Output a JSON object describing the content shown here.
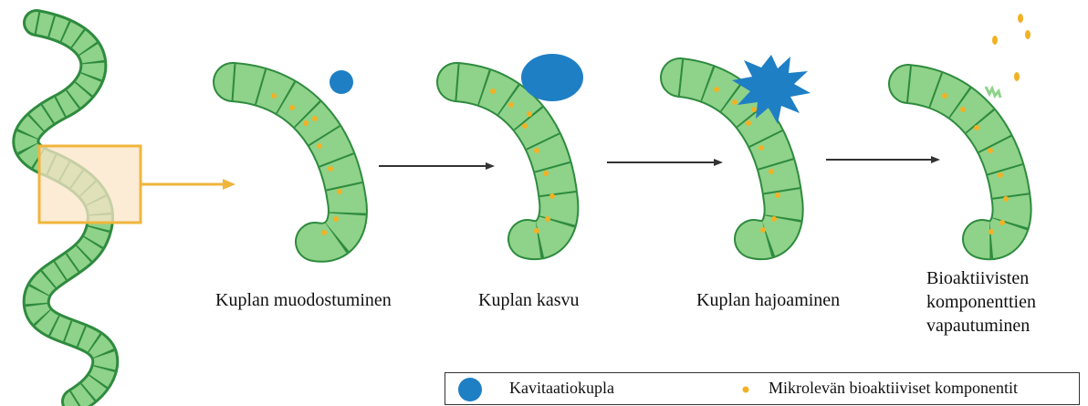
{
  "steps": [
    {
      "label": "Kuplan muodostuminen"
    },
    {
      "label": "Kuplan kasvu"
    },
    {
      "label": "Kuplan hajoaminen"
    },
    {
      "label_lines": [
        "Bioaktiivisten",
        "komponenttien",
        "vapautuminen"
      ]
    }
  ],
  "legend": {
    "bubble_label": "Kavitaatiokupla",
    "particle_label": "Mikrolevän bioaktiiviset komponentit"
  },
  "colors": {
    "filament_fill": "#8fd28a",
    "filament_stroke": "#2e8b3e",
    "bubble": "#1f7fc4",
    "particle": "#f2b125",
    "zoom_box_fill": "#fbe5c8",
    "zoom_box_stroke": "#f0b53c",
    "arrow": "#333333"
  }
}
